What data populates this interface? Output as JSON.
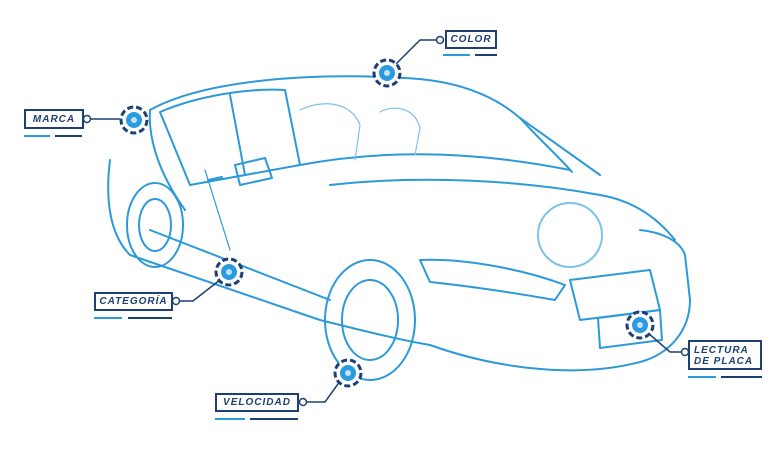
{
  "colors": {
    "outline": "#1d3f73",
    "car_line": "#2c9ad8",
    "car_line_light": "#7cc3ec",
    "marker": "#2a9be0",
    "accent_bar": "#2c9ad8"
  },
  "labels": {
    "color": "COLOR",
    "marca": "MARCA",
    "categoria": "CATEGORÍA",
    "velocidad": "VELOCIDAD",
    "lectura_placa": "LECTURA\nDE PLACA"
  },
  "icons": {
    "marker": "dashed-target-icon",
    "connector": "circle-node-icon"
  }
}
